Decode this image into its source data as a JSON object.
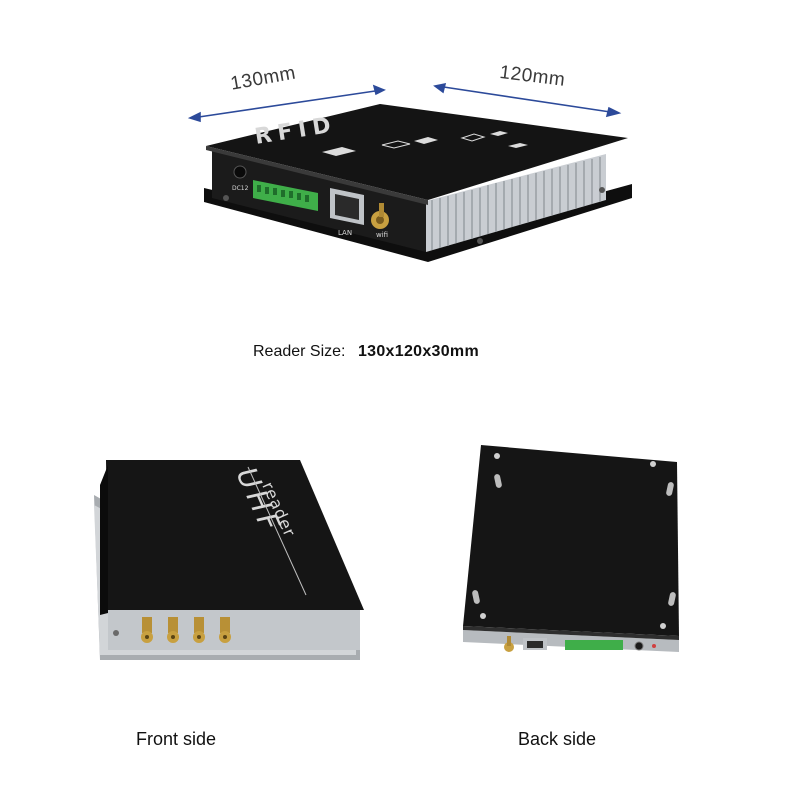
{
  "dimensions": {
    "width_label": "130mm",
    "depth_label": "120mm"
  },
  "spec": {
    "label": "Reader Size:",
    "value": "130x120x30mm"
  },
  "device_top": {
    "lid_text": "RFID",
    "port_dc": "DC12",
    "port_lan": "LAN",
    "port_wifi": "wifi"
  },
  "front_view": {
    "lid_text_main": "UHF",
    "lid_text_sub": "reader",
    "caption": "Front side"
  },
  "back_view": {
    "caption": "Back side"
  },
  "colors": {
    "casing": "#141414",
    "heatsink": "#c9cdd2",
    "terminal_green": "#3fae49",
    "connector_gold": "#c8a040"
  }
}
